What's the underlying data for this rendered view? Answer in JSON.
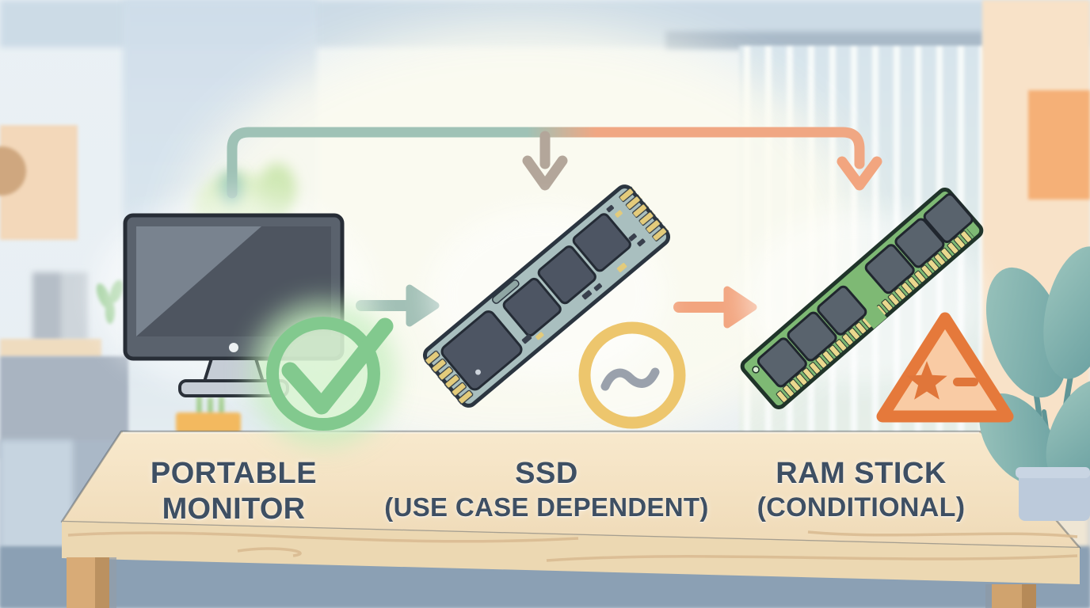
{
  "diagram": {
    "items": [
      {
        "name": "portable-monitor",
        "label": [
          "PORTABLE",
          "MONITOR"
        ],
        "status": "recommended",
        "status_icon": "check-circle-icon",
        "status_color": "#82c98e"
      },
      {
        "name": "ssd",
        "label": [
          "SSD",
          "(USE CASE DEPENDENT)"
        ],
        "status": "use-case-dependent",
        "status_icon": "tilde-circle-icon",
        "status_color": "#edc66d"
      },
      {
        "name": "ram-stick",
        "label": [
          "RAM STICK",
          "(CONDITIONAL)"
        ],
        "status": "conditional",
        "status_icon": "warning-triangle-icon",
        "status_color": "#e5793b"
      }
    ],
    "colors": {
      "label_text": "#3e4f63",
      "check_green": "#82c98e",
      "check_glow": "#c2edbc",
      "ring_yellow": "#edc66d",
      "tilde_gray": "#9aa1ac",
      "warning_orange": "#e5793b",
      "warning_fill": "#f9cba4",
      "warning_glyph": "#e0763a",
      "arrow_teal": "#a2c0b6",
      "arrow_gray": "#b3a69a",
      "arrow_orange": "#f2a57f",
      "table_wood": "#f2dfbc",
      "monitor_dark": "#5a626d",
      "ssd_pcb": "#a9bfbf",
      "ram_pcb": "#7eb974"
    }
  }
}
